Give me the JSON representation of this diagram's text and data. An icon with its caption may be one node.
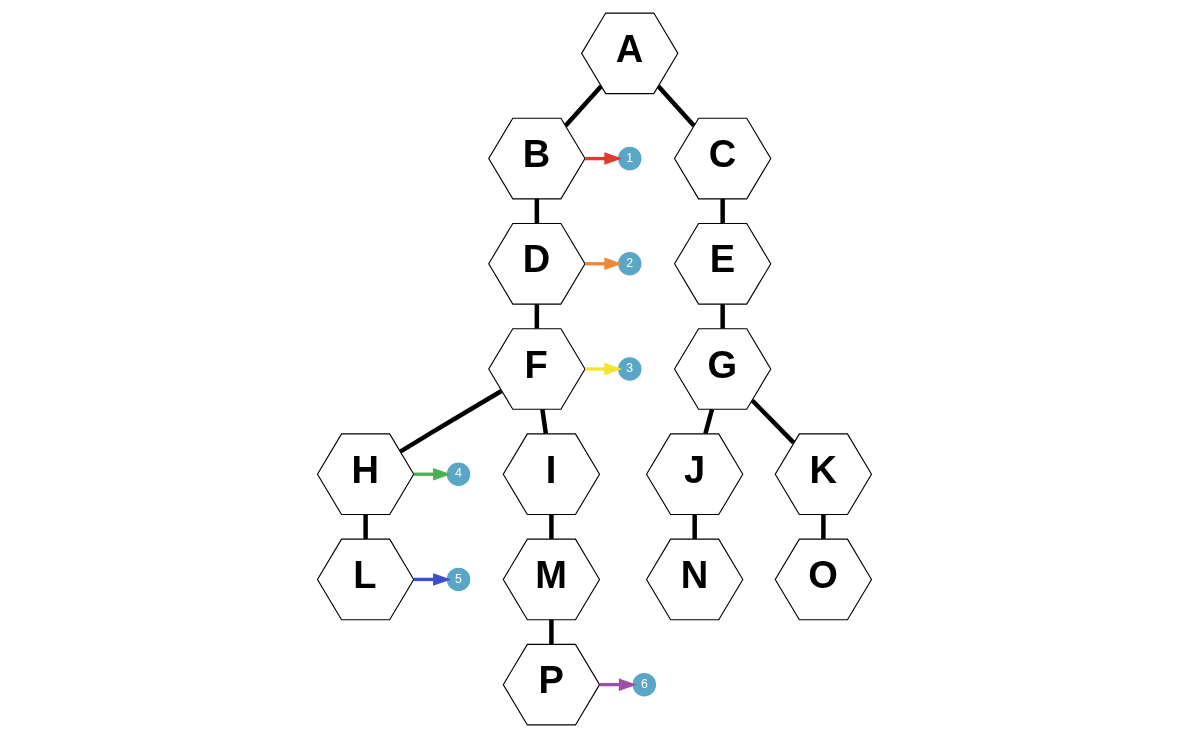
{
  "diagram": {
    "nodes": [
      {
        "text": [
          "A"
        ]
      },
      {
        "text": [
          "B"
        ]
      },
      {
        "text": [
          "C"
        ]
      },
      {
        "text": [
          "D"
        ]
      },
      {
        "text": [
          "E"
        ]
      },
      {
        "text": [
          "F"
        ]
      },
      {
        "text": [
          "G"
        ]
      },
      {
        "text": [
          "H"
        ]
      },
      {
        "text": [
          "I"
        ]
      },
      {
        "text": [
          "J"
        ]
      },
      {
        "text": [
          "K"
        ]
      },
      {
        "text": [
          "L"
        ]
      },
      {
        "text": [
          "M"
        ]
      },
      {
        "text": [
          "N"
        ]
      },
      {
        "text": [
          "O"
        ]
      },
      {
        "text": [
          "P"
        ]
      },
      {
        "text": [
          "1"
        ]
      },
      {
        "text": [
          "2"
        ]
      },
      {
        "text": [
          "3"
        ]
      },
      {
        "text": [
          "4"
        ]
      },
      {
        "text": [
          "5"
        ]
      },
      {
        "text": [
          "6"
        ]
      }
    ],
    "edges": [
      {
        "from": 0,
        "to": 1,
        "arrow": "none"
      },
      {
        "from": 0,
        "to": 2,
        "arrow": "none"
      },
      {
        "from": 1,
        "to": 3,
        "arrow": "none"
      },
      {
        "from": 2,
        "to": 4,
        "arrow": "none"
      },
      {
        "from": 3,
        "to": 5,
        "arrow": "none"
      },
      {
        "from": 4,
        "to": 6,
        "arrow": "none"
      },
      {
        "from": 5,
        "to": 7,
        "arrow": "none"
      },
      {
        "from": 5,
        "to": 8,
        "arrow": "none"
      },
      {
        "from": 6,
        "to": 9,
        "arrow": "none"
      },
      {
        "from": 6,
        "to": 10,
        "arrow": "none"
      },
      {
        "from": 7,
        "to": 11,
        "arrow": "none"
      },
      {
        "from": 8,
        "to": 12,
        "arrow": "none"
      },
      {
        "from": 9,
        "to": 13,
        "arrow": "none"
      },
      {
        "from": 10,
        "to": 14,
        "arrow": "none"
      },
      {
        "from": 12,
        "to": 15,
        "arrow": "none"
      },
      {
        "from": 1,
        "to": 16,
        "arrow": "to",
        "color": "#e03a2f"
      },
      {
        "from": 3,
        "to": 17,
        "arrow": "to",
        "color": "#f0883a"
      },
      {
        "from": 5,
        "to": 18,
        "arrow": "to",
        "color": "#f2e530"
      },
      {
        "from": 7,
        "to": 19,
        "arrow": "to",
        "color": "#4caf50"
      },
      {
        "from": 11,
        "to": 20,
        "arrow": "to",
        "color": "#3b4fc9"
      },
      {
        "from": 15,
        "to": 21,
        "arrow": "to",
        "color": "#9b4fa8"
      }
    ]
  }
}
